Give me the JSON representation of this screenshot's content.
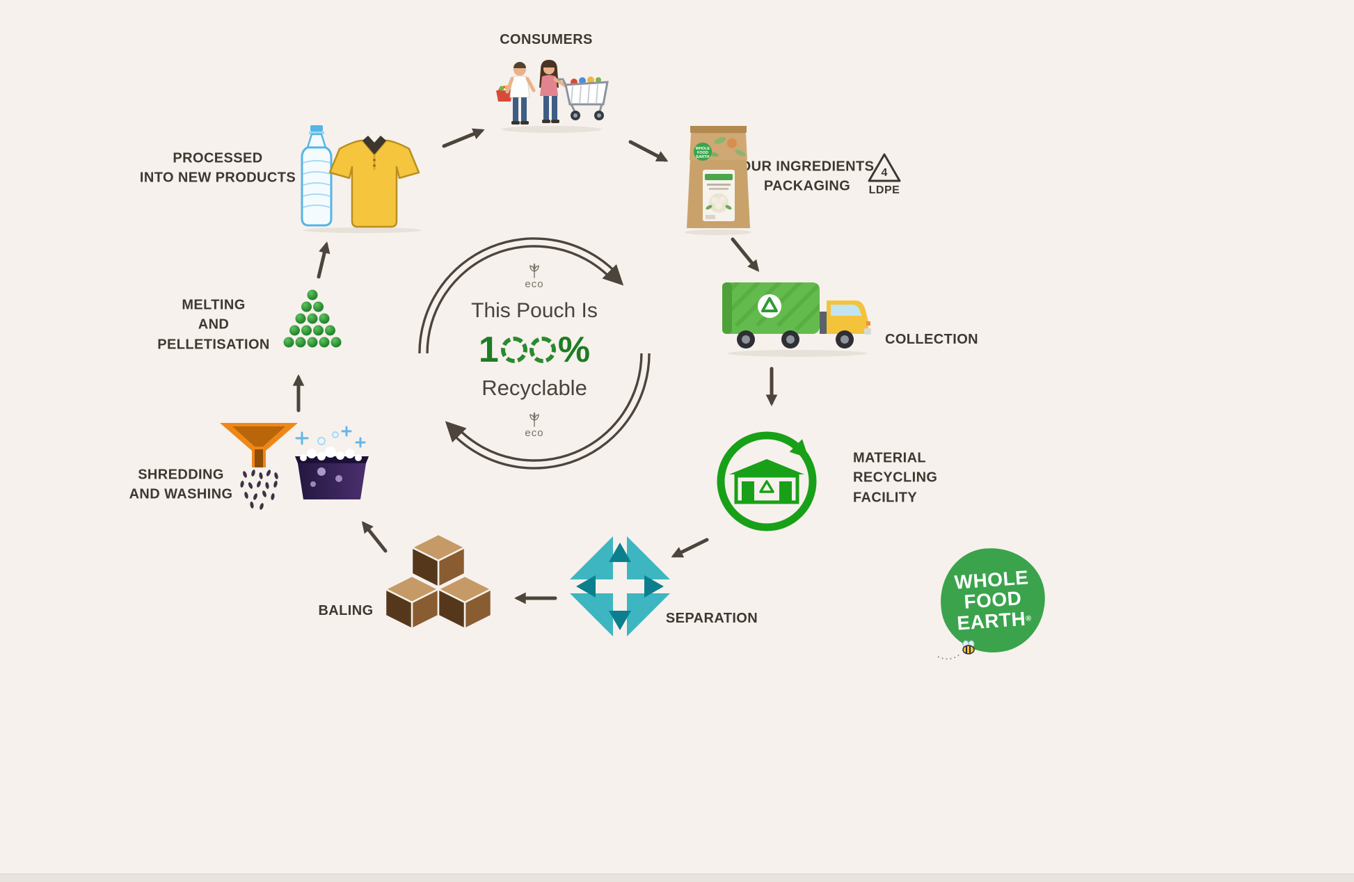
{
  "canvas": {
    "background": "#f6f1ec",
    "accent_green": "#18a018",
    "ring_color": "#4d443c",
    "teal": "#3db6c2",
    "label_color": "#3f3831"
  },
  "center": {
    "line1": "This Pouch Is",
    "value": "100%",
    "value_prefix": "1",
    "value_suffix": "%",
    "line3": "Recyclable",
    "eco": "eco",
    "green": "#1d7c25"
  },
  "stages": {
    "consumers": {
      "label": "CONSUMERS"
    },
    "packaging": {
      "label": "OUR INGREDIENTS\nPACKAGING",
      "resin_number": "4",
      "resin_code": "LDPE"
    },
    "collection": {
      "label": "COLLECTION"
    },
    "mrf": {
      "label": "MATERIAL\nRECYCLING\nFACILITY"
    },
    "separation": {
      "label": "SEPARATION"
    },
    "baling": {
      "label": "BALING"
    },
    "shredding": {
      "label": "SHREDDING\nAND WASHING"
    },
    "melting": {
      "label": "MELTING\nAND\nPELLETISATION"
    },
    "processed": {
      "label": "PROCESSED\nINTO NEW PRODUCTS"
    }
  },
  "pouch": {
    "brand_l1": "WHOLE",
    "brand_l2": "FOOD",
    "brand_l3": "EARTH"
  },
  "logo": {
    "line1": "WHOLE",
    "line2": "FOOD",
    "line3": "EARTH",
    "registered": "®"
  },
  "icons": {
    "consumers": "shoppers-with-basket-and-cart",
    "packaging": "kraft-pouch",
    "resin": "ldpe-4-triangle",
    "collection": "garbage-truck",
    "mrf": "recycling-facility-in-green-circle",
    "separation": "separation-diamond-arrows",
    "baling": "stacked-bale-cubes",
    "shredding": "funnel-shreds-and-wash-tub",
    "melting": "green-pellet-pyramid",
    "processed": "water-bottle-and-tshirt",
    "center": "circular-recycle-arrows",
    "eco": "eco-sprout",
    "logo": "whole-food-earth-badge",
    "bee": "bee-with-dotted-trail"
  }
}
